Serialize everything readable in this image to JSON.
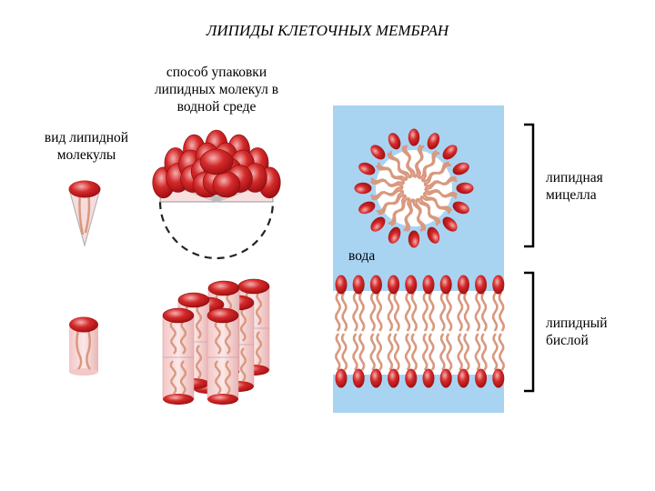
{
  "title": "ЛИПИДЫ КЛЕТОЧНЫХ МЕМБРАН",
  "labels": {
    "packing": [
      "способ упаковки",
      "липидных молекул в",
      "водной среде"
    ],
    "molecule_view": [
      "вид липидной",
      "молекулы"
    ],
    "water": "вода",
    "micelle": [
      "липидная",
      "мицелла"
    ],
    "bilayer": [
      "липидный",
      "бислой"
    ]
  },
  "colors": {
    "head": "#c8141a",
    "head_highlight": "#f0a0a0",
    "tail": "#d9987e",
    "water": "#a8d4f2",
    "cone_fill": "#f6dcdc"
  }
}
